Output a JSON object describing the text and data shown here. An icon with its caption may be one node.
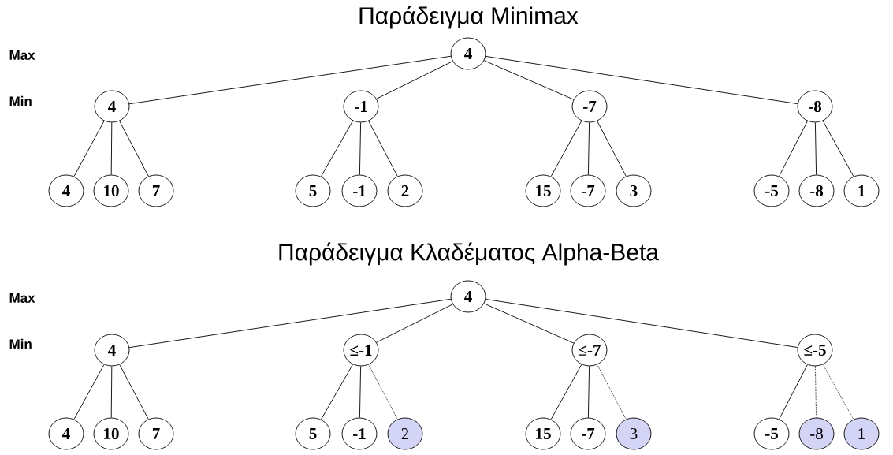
{
  "diagram": {
    "title": "Παράδειγμα Minimax",
    "nodes": [
      {
        "text": [
          "4"
        ]
      },
      {
        "text": [
          "4"
        ]
      },
      {
        "text": [
          "-1"
        ]
      },
      {
        "text": [
          "-7"
        ]
      },
      {
        "text": [
          "-8"
        ]
      },
      {
        "text": [
          "4"
        ]
      },
      {
        "text": [
          "10"
        ]
      },
      {
        "text": [
          "7"
        ]
      },
      {
        "text": [
          "5"
        ]
      },
      {
        "text": [
          "-1"
        ]
      },
      {
        "text": [
          "2"
        ]
      },
      {
        "text": [
          "15"
        ]
      },
      {
        "text": [
          "-7"
        ]
      },
      {
        "text": [
          "3"
        ]
      },
      {
        "text": [
          "-5"
        ]
      },
      {
        "text": [
          "-8"
        ]
      },
      {
        "text": [
          "1"
        ]
      },
      {
        "text": [
          "4"
        ]
      },
      {
        "text": [
          "4"
        ]
      },
      {
        "text": [
          "≤-1"
        ]
      },
      {
        "text": [
          "≤-7"
        ]
      },
      {
        "text": [
          "≤-5"
        ]
      },
      {
        "text": [
          "4"
        ]
      },
      {
        "text": [
          "10"
        ]
      },
      {
        "text": [
          "7"
        ]
      },
      {
        "text": [
          "5"
        ]
      },
      {
        "text": [
          "-1"
        ]
      },
      {
        "text": [
          "2"
        ]
      },
      {
        "text": [
          "15"
        ]
      },
      {
        "text": [
          "-7"
        ]
      },
      {
        "text": [
          "3"
        ]
      },
      {
        "text": [
          "-5"
        ]
      },
      {
        "text": [
          "-8"
        ]
      },
      {
        "text": [
          "1"
        ]
      }
    ],
    "edges": [
      {
        "from": 0,
        "to": 1,
        "arrow": "none"
      },
      {
        "from": 0,
        "to": 2,
        "arrow": "none"
      },
      {
        "from": 0,
        "to": 3,
        "arrow": "none"
      },
      {
        "from": 0,
        "to": 4,
        "arrow": "none"
      },
      {
        "from": 1,
        "to": 5,
        "arrow": "none"
      },
      {
        "from": 1,
        "to": 6,
        "arrow": "none"
      },
      {
        "from": 1,
        "to": 7,
        "arrow": "none"
      },
      {
        "from": 2,
        "to": 8,
        "arrow": "none"
      },
      {
        "from": 2,
        "to": 9,
        "arrow": "none"
      },
      {
        "from": 2,
        "to": 10,
        "arrow": "none"
      },
      {
        "from": 3,
        "to": 11,
        "arrow": "none"
      },
      {
        "from": 3,
        "to": 12,
        "arrow": "none"
      },
      {
        "from": 3,
        "to": 13,
        "arrow": "none"
      },
      {
        "from": 4,
        "to": 14,
        "arrow": "none"
      },
      {
        "from": 4,
        "to": 15,
        "arrow": "none"
      },
      {
        "from": 4,
        "to": 16,
        "arrow": "none"
      },
      {
        "from": 17,
        "to": 18,
        "arrow": "none"
      },
      {
        "from": 17,
        "to": 19,
        "arrow": "none"
      },
      {
        "from": 17,
        "to": 20,
        "arrow": "none"
      },
      {
        "from": 17,
        "to": 21,
        "arrow": "none"
      },
      {
        "from": 18,
        "to": 22,
        "arrow": "none"
      },
      {
        "from": 18,
        "to": 23,
        "arrow": "none"
      },
      {
        "from": 18,
        "to": 24,
        "arrow": "none"
      },
      {
        "from": 19,
        "to": 25,
        "arrow": "none"
      },
      {
        "from": 19,
        "to": 26,
        "arrow": "none"
      },
      {
        "from": 19,
        "to": 27,
        "arrow": "none",
        "style": "dashed"
      },
      {
        "from": 20,
        "to": 28,
        "arrow": "none"
      },
      {
        "from": 20,
        "to": 29,
        "arrow": "none"
      },
      {
        "from": 20,
        "to": 30,
        "arrow": "none",
        "style": "dashed"
      },
      {
        "from": 21,
        "to": 31,
        "arrow": "none"
      },
      {
        "from": 21,
        "to": 32,
        "arrow": "none",
        "style": "dashed"
      },
      {
        "from": 21,
        "to": 33,
        "arrow": "none",
        "style": "dashed"
      }
    ],
    "labels": [
      "Max",
      "Min",
      "Παράδειγμα Κλαδέματος Alpha-Beta",
      "Max",
      "Min"
    ]
  }
}
